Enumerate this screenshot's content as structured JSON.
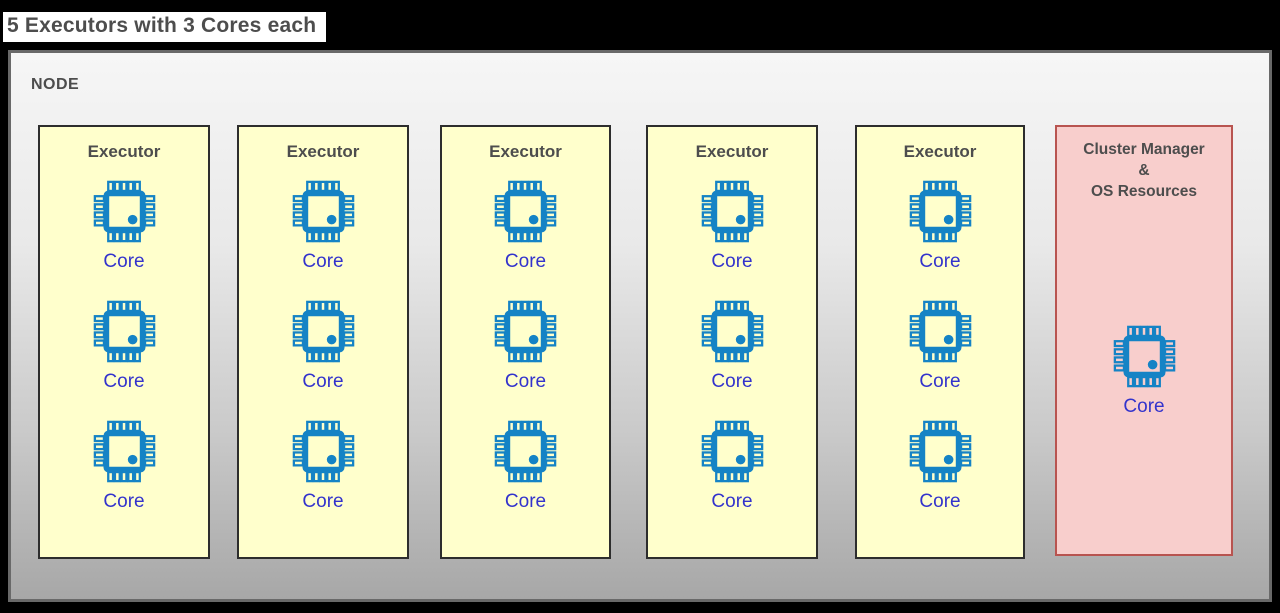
{
  "title": "5 Executors with 3 Cores each",
  "node": {
    "label": "NODE",
    "executors": [
      {
        "label": "Executor",
        "cores": [
          "Core",
          "Core",
          "Core"
        ]
      },
      {
        "label": "Executor",
        "cores": [
          "Core",
          "Core",
          "Core"
        ]
      },
      {
        "label": "Executor",
        "cores": [
          "Core",
          "Core",
          "Core"
        ]
      },
      {
        "label": "Executor",
        "cores": [
          "Core",
          "Core",
          "Core"
        ]
      },
      {
        "label": "Executor",
        "cores": [
          "Core",
          "Core",
          "Core"
        ]
      }
    ],
    "cluster_manager": {
      "lines": [
        "Cluster Manager",
        "&",
        "OS Resources"
      ],
      "cores": [
        "Core"
      ]
    }
  },
  "colors": {
    "canvas_bg": "#000000",
    "title_bg": "#ffffff",
    "heading_text": "#4d4d4d",
    "node_border": "#696969",
    "node_gradient_top": "#f6f6f6",
    "node_gradient_bottom": "#a7a7a7",
    "executor_fill": "#ffffcc",
    "executor_border": "#2d2d2d",
    "cluster_fill": "#f8cecc",
    "cluster_border": "#b85450",
    "chip_blue": "#1583c5",
    "core_text": "#3333cc"
  }
}
